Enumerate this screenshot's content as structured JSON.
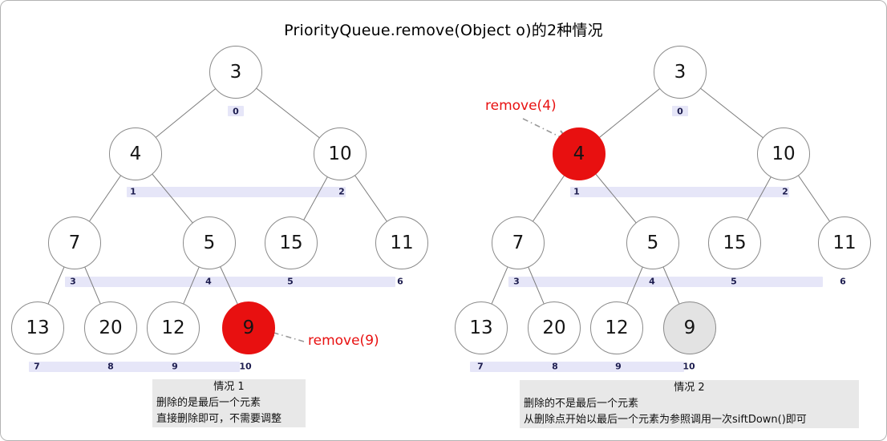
{
  "title": "PriorityQueue.remove(Object o)的2种情况",
  "cases": [
    {
      "name": "case-1",
      "annotation_label": "remove(9)",
      "nodes": [
        "3",
        "4",
        "10",
        "7",
        "5",
        "15",
        "11",
        "13",
        "20",
        "12",
        "9"
      ],
      "indices": [
        "0",
        "1",
        "2",
        "3",
        "4",
        "5",
        "6",
        "7",
        "8",
        "9",
        "10"
      ],
      "removed_node_value": "9",
      "caption_heading": "情况 1",
      "caption_line1": "删除的是最后一个元素",
      "caption_line2": "直接删除即可，不需要调整"
    },
    {
      "name": "case-2",
      "annotation_label": "remove(4)",
      "nodes": [
        "3",
        "4",
        "10",
        "7",
        "5",
        "15",
        "11",
        "13",
        "20",
        "12",
        "9"
      ],
      "indices": [
        "0",
        "1",
        "2",
        "3",
        "4",
        "5",
        "6",
        "7",
        "8",
        "9",
        "10"
      ],
      "removed_node_value": "4",
      "caption_heading": "情况 2",
      "caption_line1": "删除的不是最后一个元素",
      "caption_line2": "从删除点开始以最后一个元素为参照调用一次siftDown()即可"
    }
  ],
  "colors": {
    "highlight_red": "#e81010",
    "removed_gray": "#e3e3e3",
    "index_band": "#e6e6f8",
    "caption_bg": "#e8e8e8",
    "annotation_text": "#e81010"
  }
}
